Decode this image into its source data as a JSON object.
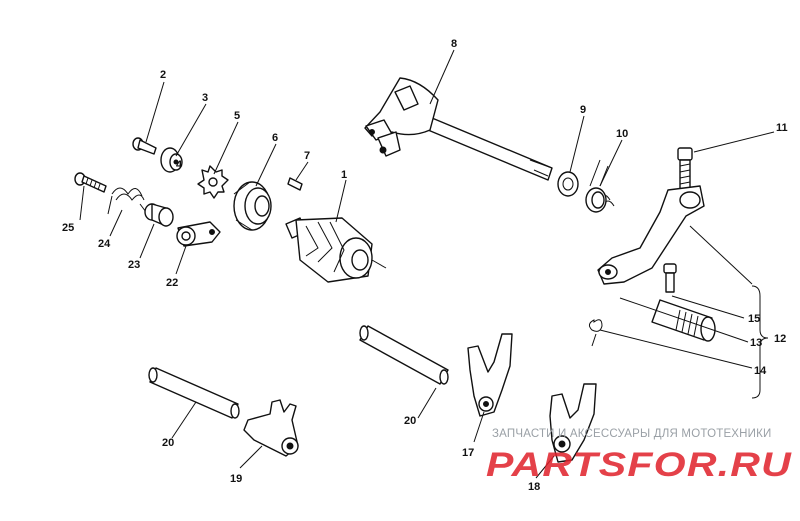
{
  "callouts": [
    "1",
    "2",
    "3",
    "4",
    "5",
    "6",
    "7",
    "8",
    "9",
    "10",
    "11",
    "12",
    "13",
    "14",
    "15",
    "17",
    "18",
    "19",
    "20",
    "20",
    "22",
    "23",
    "24",
    "25"
  ],
  "watermark": {
    "subtitle": "ЗАПЧАСТИ И АКСЕССУАРЫ ДЛЯ МОТОТЕХНИКИ",
    "logo_text": "PARTSFOR.RU",
    "logo_color": "#e0202a"
  },
  "colors": {
    "ink": "#111111",
    "background": "#ffffff",
    "watermark_gray": "#9aa0a6"
  }
}
